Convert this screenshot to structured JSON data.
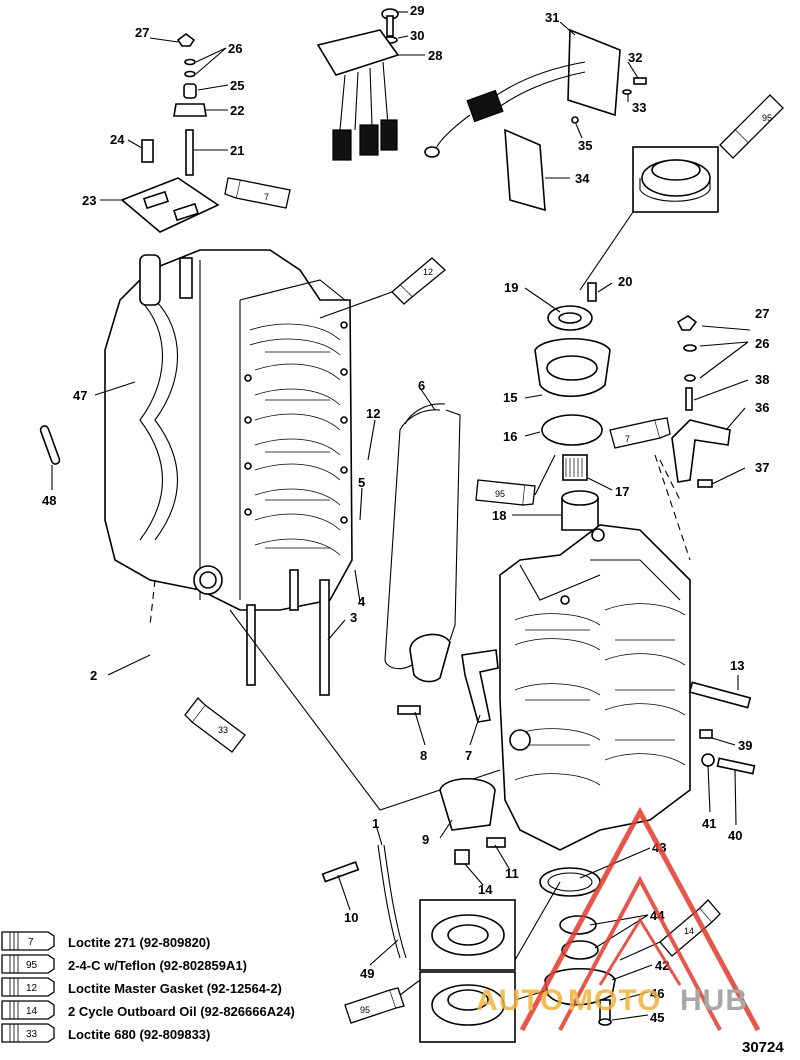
{
  "figure_number": "30724",
  "callouts": [
    {
      "id": "c27a",
      "text": "27"
    },
    {
      "id": "c26a",
      "text": "26"
    },
    {
      "id": "c25",
      "text": "25"
    },
    {
      "id": "c22",
      "text": "22"
    },
    {
      "id": "c24",
      "text": "24"
    },
    {
      "id": "c21",
      "text": "21"
    },
    {
      "id": "c23",
      "text": "23"
    },
    {
      "id": "c29",
      "text": "29"
    },
    {
      "id": "c30",
      "text": "30"
    },
    {
      "id": "c28",
      "text": "28"
    },
    {
      "id": "c31",
      "text": "31"
    },
    {
      "id": "c32",
      "text": "32"
    },
    {
      "id": "c33",
      "text": "33"
    },
    {
      "id": "c35",
      "text": "35"
    },
    {
      "id": "c34",
      "text": "34"
    },
    {
      "id": "c19",
      "text": "19"
    },
    {
      "id": "c20",
      "text": "20"
    },
    {
      "id": "c27b",
      "text": "27"
    },
    {
      "id": "c26b",
      "text": "26"
    },
    {
      "id": "c38",
      "text": "38"
    },
    {
      "id": "c36",
      "text": "36"
    },
    {
      "id": "c37",
      "text": "37"
    },
    {
      "id": "c15",
      "text": "15"
    },
    {
      "id": "c16",
      "text": "16"
    },
    {
      "id": "c17",
      "text": "17"
    },
    {
      "id": "c18",
      "text": "18"
    },
    {
      "id": "c6",
      "text": "6"
    },
    {
      "id": "c12",
      "text": "12"
    },
    {
      "id": "c5",
      "text": "5"
    },
    {
      "id": "c47",
      "text": "47"
    },
    {
      "id": "c48",
      "text": "48"
    },
    {
      "id": "c4",
      "text": "4"
    },
    {
      "id": "c3",
      "text": "3"
    },
    {
      "id": "c2",
      "text": "2"
    },
    {
      "id": "c8",
      "text": "8"
    },
    {
      "id": "c7",
      "text": "7"
    },
    {
      "id": "c13",
      "text": "13"
    },
    {
      "id": "c39",
      "text": "39"
    },
    {
      "id": "c41",
      "text": "41"
    },
    {
      "id": "c40",
      "text": "40"
    },
    {
      "id": "c1",
      "text": "1"
    },
    {
      "id": "c9",
      "text": "9"
    },
    {
      "id": "c11",
      "text": "11"
    },
    {
      "id": "c14",
      "text": "14"
    },
    {
      "id": "c10",
      "text": "10"
    },
    {
      "id": "c43",
      "text": "43"
    },
    {
      "id": "c44",
      "text": "44"
    },
    {
      "id": "c42",
      "text": "42"
    },
    {
      "id": "c46",
      "text": "46"
    },
    {
      "id": "c45",
      "text": "45"
    },
    {
      "id": "c49",
      "text": "49"
    }
  ],
  "tube_labels": {
    "t95_top": "95",
    "t7_top": "7",
    "t12_top": "12",
    "t7_mid": "7",
    "t95_mid": "95",
    "t33": "33",
    "t14": "14",
    "t95_bottom": "95"
  },
  "legend": [
    {
      "num": "7",
      "text": "Loctite 271 (92-809820)"
    },
    {
      "num": "95",
      "text": "2-4-C w/Teflon (92-802859A1)"
    },
    {
      "num": "12",
      "text": "Loctite Master Gasket (92-12564-2)"
    },
    {
      "num": "14",
      "text": "2 Cycle Outboard Oil (92-826666A24)"
    },
    {
      "num": "33",
      "text": "Loctite 680 (92-809833)"
    }
  ],
  "watermark": {
    "text_part1": "AUTO",
    "text_part2": "MOTO",
    "text_part3": "HUB",
    "colors": {
      "red": "#e23a2c",
      "orange": "#f3b13a",
      "gray": "#9a9a9a"
    }
  }
}
